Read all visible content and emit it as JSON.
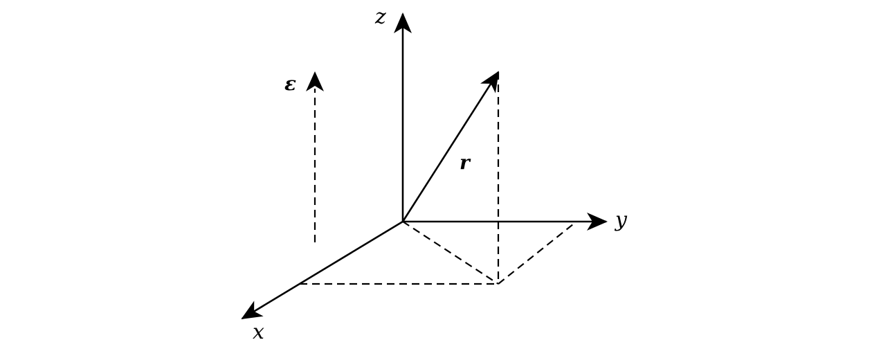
{
  "diagram": {
    "labels": {
      "z": "z",
      "y": "y",
      "x": "x",
      "r": "r",
      "epsilon": "ε"
    }
  }
}
